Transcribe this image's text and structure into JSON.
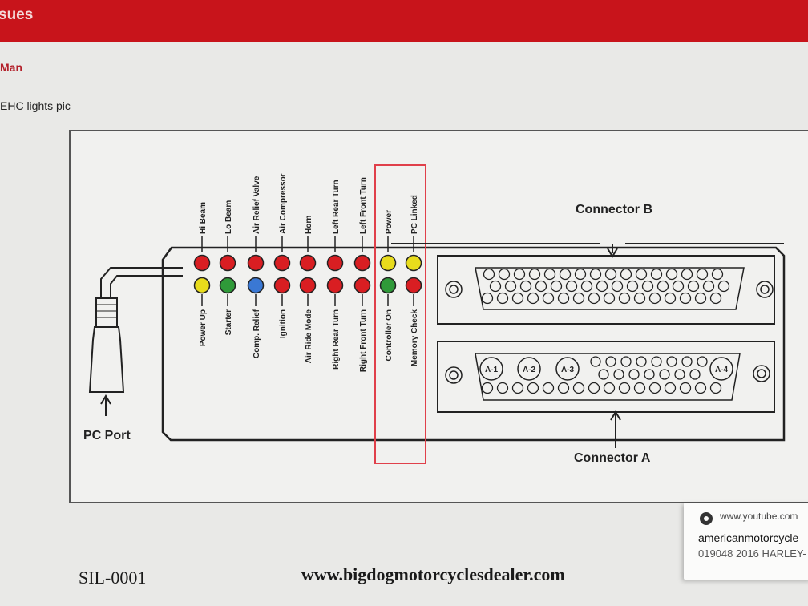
{
  "header": {
    "title_fragment": "sues"
  },
  "post": {
    "user": "Man",
    "text": "EHC lights pic"
  },
  "diagram": {
    "top_labels": [
      "Hi Beam",
      "Lo Beam",
      "Air Relief Valve",
      "Air Compressor",
      "Horn",
      "Left Rear Turn",
      "Left Front Turn",
      "Power",
      "PC Linked"
    ],
    "bottom_labels": [
      "Power Up",
      "Starter",
      "Comp. Relief",
      "Ignition",
      "Air Ride Mode",
      "Right Rear Turn",
      "Right Front Turn",
      "Controller On",
      "Memory Check"
    ],
    "top_colors": [
      "#d91e22",
      "#d91e22",
      "#d91e22",
      "#d91e22",
      "#d91e22",
      "#d91e22",
      "#d91e22",
      "#e8dc1c",
      "#e8dc1c"
    ],
    "bottom_colors": [
      "#e8dc1c",
      "#2f9a39",
      "#3a78d4",
      "#d91e22",
      "#d91e22",
      "#d91e22",
      "#d91e22",
      "#2f9a39",
      "#d91e22"
    ],
    "connector_b_label": "Connector B",
    "connector_a_label": "Connector A",
    "pc_port_label": "PC Port",
    "pins_a": [
      "A-1",
      "A-2",
      "A-3",
      "A-4"
    ],
    "highlight_color": "#e0404a"
  },
  "footer": {
    "sil": "SIL-0001",
    "url": "www.bigdogmotorcyclesdealer.com"
  },
  "toast": {
    "source": "www.youtube.com",
    "title": "americanmotorcycle",
    "body": "019048 2016 HARLEY-"
  }
}
